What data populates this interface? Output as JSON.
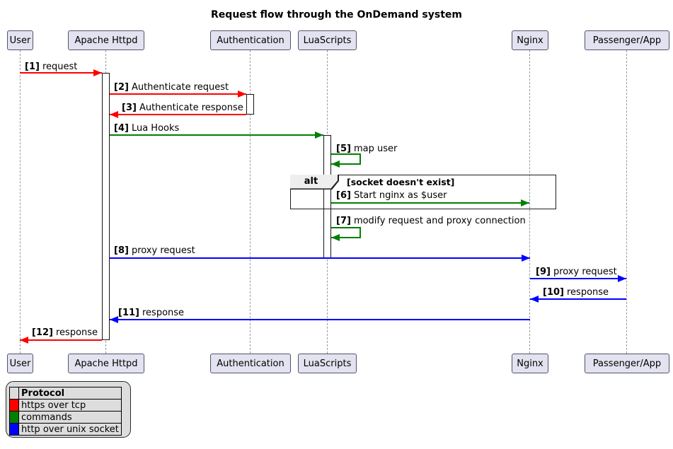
{
  "title": "Request flow through the OnDemand system",
  "participants": [
    {
      "label": "User"
    },
    {
      "label": "Apache Httpd"
    },
    {
      "label": "Authentication"
    },
    {
      "label": "LuaScripts"
    },
    {
      "label": "Nginx"
    },
    {
      "label": "Passenger/App"
    }
  ],
  "messages": [
    {
      "num": "[1]",
      "text": "request",
      "from": "User",
      "to": "Apache Httpd",
      "color": "#FF0000"
    },
    {
      "num": "[2]",
      "text": "Authenticate request",
      "from": "Apache Httpd",
      "to": "Authentication",
      "color": "#FF0000"
    },
    {
      "num": "[3]",
      "text": "Authenticate response",
      "from": "Authentication",
      "to": "Apache Httpd",
      "color": "#FF0000"
    },
    {
      "num": "[4]",
      "text": "Lua Hooks",
      "from": "Apache Httpd",
      "to": "LuaScripts",
      "color": "#008000"
    },
    {
      "num": "[5]",
      "text": "map user",
      "from": "LuaScripts",
      "to": "LuaScripts",
      "color": "#008000"
    },
    {
      "num": "[6]",
      "text": "Start nginx as $user",
      "from": "LuaScripts",
      "to": "Nginx",
      "color": "#008000"
    },
    {
      "num": "[7]",
      "text": "modify request and proxy connection",
      "from": "LuaScripts",
      "to": "LuaScripts",
      "color": "#008000"
    },
    {
      "num": "[8]",
      "text": "proxy request",
      "from": "Apache Httpd",
      "to": "Nginx",
      "color": "#0000FF"
    },
    {
      "num": "[9]",
      "text": "proxy request",
      "from": "Nginx",
      "to": "Passenger/App",
      "color": "#0000FF"
    },
    {
      "num": "[10]",
      "text": "response",
      "from": "Passenger/App",
      "to": "Nginx",
      "color": "#0000FF"
    },
    {
      "num": "[11]",
      "text": "response",
      "from": "Nginx",
      "to": "Apache Httpd",
      "color": "#0000FF"
    },
    {
      "num": "[12]",
      "text": "response",
      "from": "Apache Httpd",
      "to": "User",
      "color": "#FF0000"
    }
  ],
  "alt_frame": {
    "operator": "alt",
    "guard": "[socket doesn't exist]"
  },
  "legend": {
    "title": "Protocol",
    "rows": [
      {
        "color": "#FF0000",
        "label": "https over tcp"
      },
      {
        "color": "#008000",
        "label": "commands"
      },
      {
        "color": "#0000FF",
        "label": "http over unix socket"
      }
    ]
  }
}
